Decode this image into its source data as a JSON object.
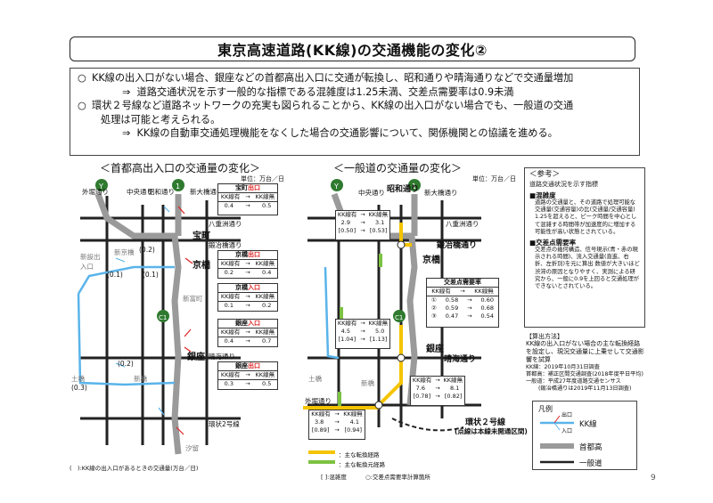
{
  "title": "東京高速道路(KK線)の交通機能の変化②",
  "summary": {
    "mark": "○",
    "arrow": "⇒",
    "line1": "KK線の出入口がない場合、銀座などの首都高出入口に交通が転換し、昭和通りや晴海通りなどで交通量増加",
    "line2": "道路交通状況を示す一般的な指標である混雑度は1.25未満、交差点需要率は0.9未満",
    "line3": "環状２号線など道路ネットワークの充実も図られることから、KK線の出入口がない場合でも、一般道の交通",
    "line3b": "処理は可能と考えられる。",
    "line4": "KK線の自動車交通処理機能をなくした場合の交通影響について、関係機関との協議を進める。"
  },
  "left_panel": {
    "title": "＜首都高出入口の交通量の変化＞",
    "unit": "単位：万台／日",
    "labels": {
      "sotobori": "外堀通り",
      "chuo": "中央通り",
      "showa": "昭和通り",
      "shinohashi": "新大橋通り",
      "yaesu": "八重洲通り",
      "takaracho": "宝町",
      "yokawa": "鍛冶橋通り",
      "shinsetsu": "新設出入口",
      "shinkyobashi": "新京橋",
      "kyobashi": "京橋",
      "shintomicho": "新富町",
      "ginza": "銀座",
      "harumi": "晴海通り",
      "shinbashi": "新橋",
      "dobashi": "土橋",
      "kanjo2": "環状2号線",
      "shiodome": "汐留",
      "v02a": "(0.2)",
      "v01a": "(0.1)",
      "v02b": "(0.2)",
      "v01b": "(0.1)",
      "v03": "(0.3)"
    },
    "boxes": [
      {
        "name": "宝町",
        "type": "出口",
        "h1": "KK線有",
        "h2": "KK線無",
        "v1": "0.4",
        "v2": "0.5"
      },
      {
        "name": "京橋",
        "type": "出口",
        "h1": "KK線有",
        "h2": "KK線無",
        "v1": "0.2",
        "v2": "0.4"
      },
      {
        "name": "京橋",
        "type": "入口",
        "h1": "KK線有",
        "h2": "KK線無",
        "v1": "0.1",
        "v2": "0.2"
      },
      {
        "name": "銀座",
        "type": "入口",
        "h1": "KK線有",
        "h2": "KK線無",
        "v1": "0.4",
        "v2": "0.7"
      },
      {
        "name": "銀座",
        "type": "出口",
        "h1": "KK線有",
        "h2": "KK線無",
        "v1": "0.3",
        "v2": "0.5"
      }
    ],
    "footnote": "(　):KK線の出入口があるときの交通量(万台／日)"
  },
  "right_panel": {
    "title": "＜一般道の交通量の変化＞",
    "unit": "単位：万台／日",
    "labels": {
      "sotobori": "外堀通り",
      "chuo": "中央通り",
      "showa": "昭和通り",
      "shinohashi": "新大橋通り",
      "yaesu": "八重洲通り",
      "yokawa": "鍛冶橋通り",
      "kyobashi": "京橋",
      "ginza": "銀座",
      "harumi": "晴海通り",
      "shinbashi": "新橋",
      "dobashi": "土橋",
      "sotobori2": "外堀通り",
      "kanjo2": "環状２号線",
      "kanjo2_note": "(点線は本線未開通区間)"
    },
    "boxes": [
      {
        "h1": "KK線有",
        "h2": "KK線無",
        "v1": "2.9",
        "v2": "3.1",
        "c1": "[0.50]",
        "c2": "[0.53]"
      },
      {
        "h1": "KK線有",
        "h2": "KK線無",
        "v1": "4.5",
        "v2": "5.0",
        "c1": "[1.04]",
        "c2": "[1.13]"
      },
      {
        "h1": "KK線有",
        "h2": "KK線無",
        "v1": "7.6",
        "v2": "8.1",
        "c1": "[0.78]",
        "c2": "[0.82]"
      },
      {
        "h1": "KK線有",
        "h2": "KK線無",
        "v1": "3.8",
        "v2": "4.1",
        "c1": "[0.89]",
        "c2": "[0.94]"
      }
    ],
    "demand": {
      "title": "交差点需要率",
      "h1": "KK線有",
      "h2": "KK線無",
      "rows": [
        {
          "id": "①",
          "v1": "0.58",
          "v2": "0.60"
        },
        {
          "id": "②",
          "v1": "0.59",
          "v2": "0.68"
        },
        {
          "id": "③",
          "v1": "0.47",
          "v2": "0.54"
        }
      ]
    },
    "legend_yellow": "：主な転換経路",
    "legend_green": "：主な転換元経路",
    "foot1": "[ ]:混雑度",
    "foot2": "○:交差点需要率計算箇所"
  },
  "reference": {
    "head": "＜参考＞",
    "sub": "道路交通状況を示す指標",
    "s1": "■混雑度",
    "s1_body": "道路の交通量と、その道路で処理可能な交通量(交通容量)の比(交通量/交通容量) 1.25を超えると、ピーク時間を中心として混雑する時間帯が加速度的に増加する可能性が高い状態とされている。",
    "s2": "■交差点需要率",
    "s2_body": "交差点の幾何構造、信号現示(青・赤の現示される時間)、流入交通量(直進、右折、左折別)を元に算出 数値が大きいほど渋滞の原因となりやすく、実測による研究から、一般に0.9を上回ると交通処理ができないとされている。"
  },
  "calc": {
    "head": "【算出方法】",
    "body": "KK線の出入口がない場合の主な転換経路を設定し、現況交通量に上乗せして交通影響を試算",
    "src1": "KK線：2019年10月31日調査",
    "src2": "首都高：補正区間交通調査(2018年度平日平均)",
    "src3": "一般道：平成27年度道路交通センサス",
    "src4": "(鍛冶橋通りは2019年11月13日調査)"
  },
  "legend": {
    "title": "凡例",
    "kk": "KK線",
    "shutoko": "首都高",
    "ippan": "一般道",
    "exit": "出口",
    "entry": "入口"
  },
  "page": "9",
  "colors": {
    "kk": "#5ab4ea",
    "yellow": "#f5c400",
    "green": "#7cc242",
    "red": "#d22",
    "shutoko": "#9a9a9a"
  }
}
